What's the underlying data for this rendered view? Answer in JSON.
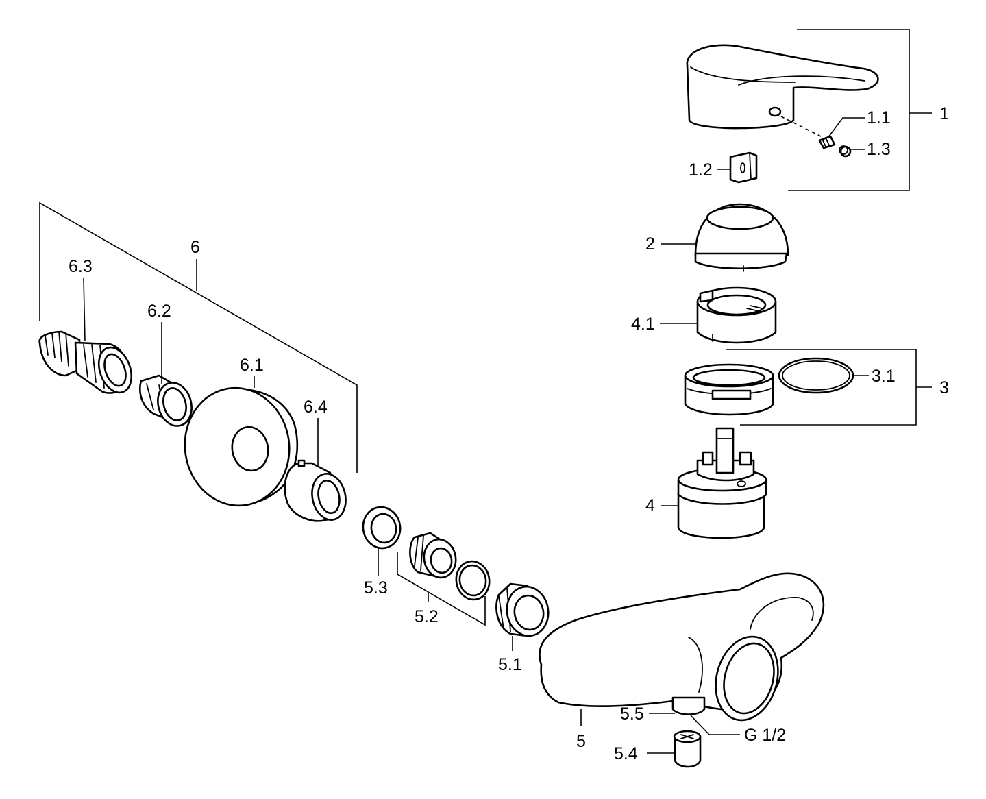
{
  "labels": {
    "handle": "1",
    "handle_screw": "1.1",
    "handle_cap": "1.2",
    "handle_plug": "1.3",
    "cover": "2",
    "sleeve_group": "3",
    "o_ring": "3.1",
    "cartridge": "4",
    "cartridge_ring": "4.1",
    "spout_body": "5",
    "union_nut": "5.1",
    "connector_set": "5.2",
    "washer": "5.3",
    "aerator": "5.4",
    "aerator_seal": "5.5",
    "thread_size": "G 1/2",
    "wall_set": "6",
    "rosette": "6.1",
    "filter_sleeve": "6.2",
    "eccentric": "6.3",
    "extension_sleeve": "6.4"
  }
}
